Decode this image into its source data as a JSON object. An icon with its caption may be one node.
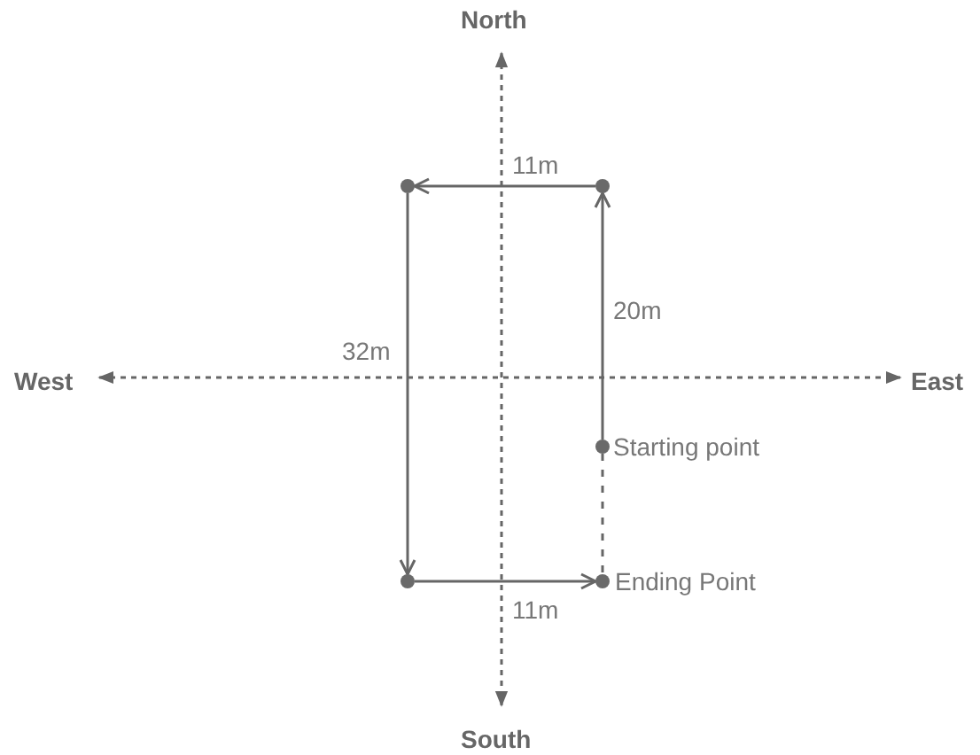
{
  "diagram": {
    "nodes": [
      {
        "text": [],
        "shape": "circle",
        "beside": [
          "Starting point"
        ]
      },
      {
        "text": [],
        "shape": "circle"
      },
      {
        "text": [],
        "shape": "circle"
      },
      {
        "text": [],
        "shape": "circle"
      },
      {
        "text": [],
        "shape": "circle",
        "beside": [
          "Ending Point"
        ]
      }
    ],
    "edges": [
      {
        "from": 0,
        "to": 1,
        "arrow": "to",
        "label": "20m"
      },
      {
        "from": 1,
        "to": 2,
        "arrow": "to",
        "label": "11m"
      },
      {
        "from": 2,
        "to": 3,
        "arrow": "to",
        "label": "32m"
      },
      {
        "from": 3,
        "to": 4,
        "arrow": "to",
        "label": "11m"
      },
      {
        "from": 0,
        "to": 4,
        "arrow": "none",
        "style": "dashed"
      }
    ],
    "labels": [
      "North",
      "West",
      "East",
      "South"
    ]
  }
}
